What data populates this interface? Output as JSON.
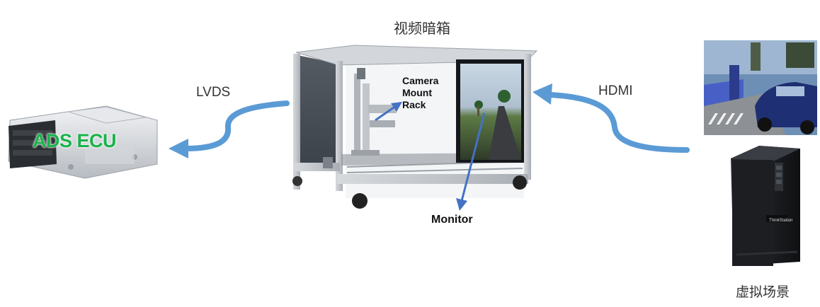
{
  "labels": {
    "top_title": "视频暗箱",
    "lvds": "LVDS",
    "hdmi": "HDMI",
    "virtual_scene": "虚拟场景",
    "camera_mount_rack": "Camera Mount Rack",
    "monitor": "Monitor",
    "ecu": "ADS ECU",
    "workstation_brand": "ThinkStation"
  },
  "colors": {
    "arrow": "#5b9bd5",
    "ecu_text": "#19b34a",
    "frame": "#b9bec4"
  }
}
